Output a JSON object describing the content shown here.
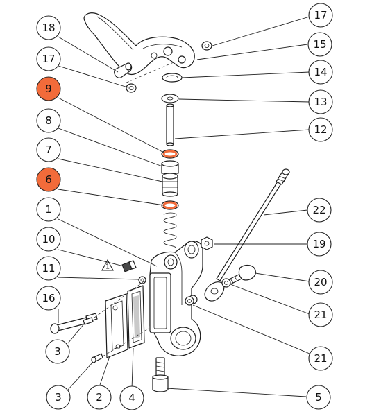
{
  "colors": {
    "highlight": "#f26b3a",
    "outline": "#222222",
    "background": "#ffffff"
  },
  "warning_symbol": "1",
  "callouts": [
    {
      "id": "c17a",
      "label": "17",
      "highlighted": false
    },
    {
      "id": "c15",
      "label": "15",
      "highlighted": false
    },
    {
      "id": "c14",
      "label": "14",
      "highlighted": false
    },
    {
      "id": "c13",
      "label": "13",
      "highlighted": false
    },
    {
      "id": "c12",
      "label": "12",
      "highlighted": false
    },
    {
      "id": "c22",
      "label": "22",
      "highlighted": false
    },
    {
      "id": "c19",
      "label": "19",
      "highlighted": false
    },
    {
      "id": "c20",
      "label": "20",
      "highlighted": false
    },
    {
      "id": "c21a",
      "label": "21",
      "highlighted": false
    },
    {
      "id": "c21b",
      "label": "21",
      "highlighted": false
    },
    {
      "id": "c5",
      "label": "5",
      "highlighted": false
    },
    {
      "id": "c18",
      "label": "18",
      "highlighted": false
    },
    {
      "id": "c17b",
      "label": "17",
      "highlighted": false
    },
    {
      "id": "c9",
      "label": "9",
      "highlighted": true
    },
    {
      "id": "c8",
      "label": "8",
      "highlighted": false
    },
    {
      "id": "c7",
      "label": "7",
      "highlighted": false
    },
    {
      "id": "c6",
      "label": "6",
      "highlighted": true
    },
    {
      "id": "c1",
      "label": "1",
      "highlighted": false
    },
    {
      "id": "c10",
      "label": "10",
      "highlighted": false
    },
    {
      "id": "c11",
      "label": "11",
      "highlighted": false
    },
    {
      "id": "c16",
      "label": "16",
      "highlighted": false
    },
    {
      "id": "c3a",
      "label": "3",
      "highlighted": false
    },
    {
      "id": "c3b",
      "label": "3",
      "highlighted": false
    },
    {
      "id": "c2",
      "label": "2",
      "highlighted": false
    },
    {
      "id": "c4",
      "label": "4",
      "highlighted": false
    }
  ]
}
